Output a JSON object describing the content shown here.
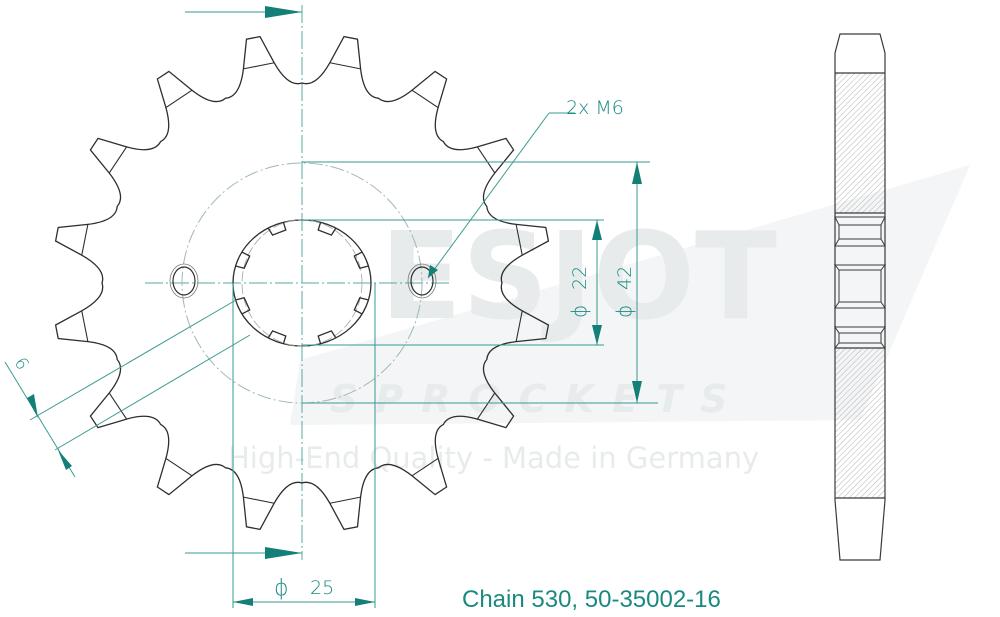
{
  "drawing": {
    "type": "sprocket-technical-drawing",
    "teeth": 16,
    "caption": "Chain 530, 50-35002-16",
    "colors": {
      "outline": "#3a3a3a",
      "dimension": "#1a8a80",
      "center_line": "#5aa8a0",
      "watermark": "#eef1f2"
    }
  },
  "dimensions": {
    "bolt_holes": "2x M6",
    "bolt_circle_symbol": "ϕ",
    "bolt_circle_value": "42",
    "bore_symbol": "ϕ",
    "bore_value": "22",
    "hub_symbol": "ϕ",
    "hub_value": "25",
    "thickness_value": "6"
  },
  "watermark": {
    "brand": "ESJOT",
    "subtitle": "SPROCKETS",
    "tagline": "High-End Quality - Made in Germany"
  }
}
